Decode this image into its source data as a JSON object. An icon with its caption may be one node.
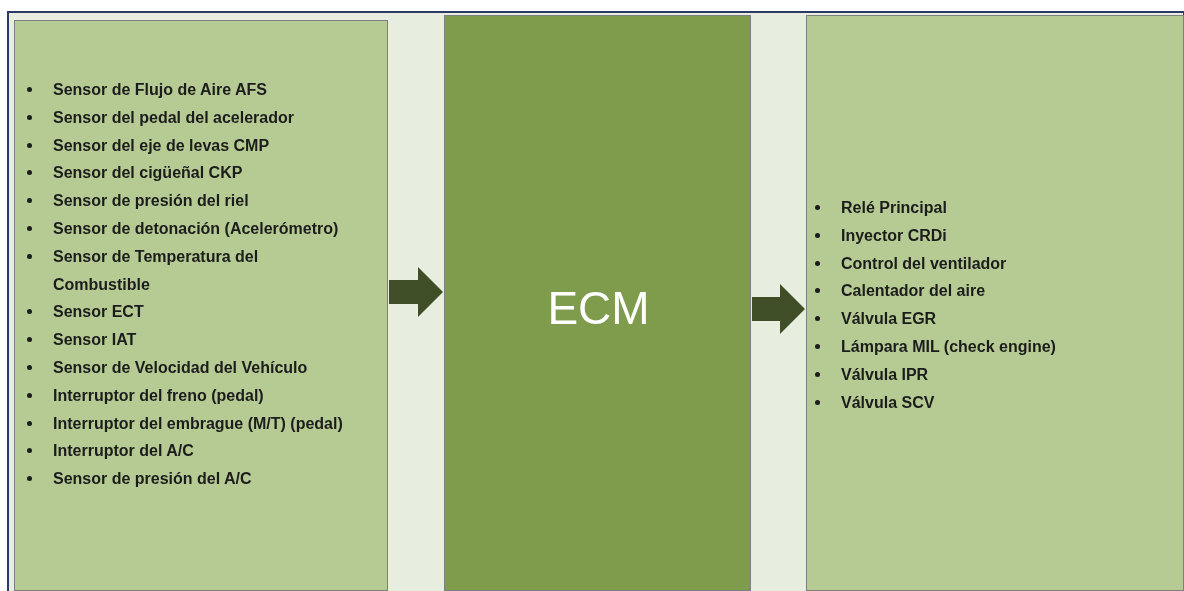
{
  "diagram": {
    "nodes": [
      {
        "text": [
          "Sensor de Flujo de Aire AFS",
          "Sensor del pedal del acelerador",
          "Sensor del eje de levas CMP",
          "Sensor del cigüeñal CKP",
          "Sensor de presión del riel",
          "Sensor de detonación (Acelerómetro)",
          "Sensor de Temperatura del Combustible",
          "Sensor ECT",
          "Sensor IAT",
          "Sensor de Velocidad del Vehículo",
          "Interruptor del freno (pedal)",
          "Interruptor del embrague (M/T) (pedal)",
          "Interruptor del A/C",
          "Sensor de presión del A/C"
        ]
      },
      {
        "text": [
          "ECM"
        ]
      },
      {
        "text": [
          "Relé Principal",
          "Inyector CRDi",
          "Control del ventilador",
          "Calentador del aire",
          "Válvula EGR",
          "Lámpara MIL (check engine)",
          "Válvula IPR",
          "Válvula SCV"
        ]
      }
    ],
    "edges": [
      {
        "from": 0,
        "to": 1,
        "arrow": "to"
      },
      {
        "from": 1,
        "to": 2,
        "arrow": "to"
      }
    ]
  }
}
